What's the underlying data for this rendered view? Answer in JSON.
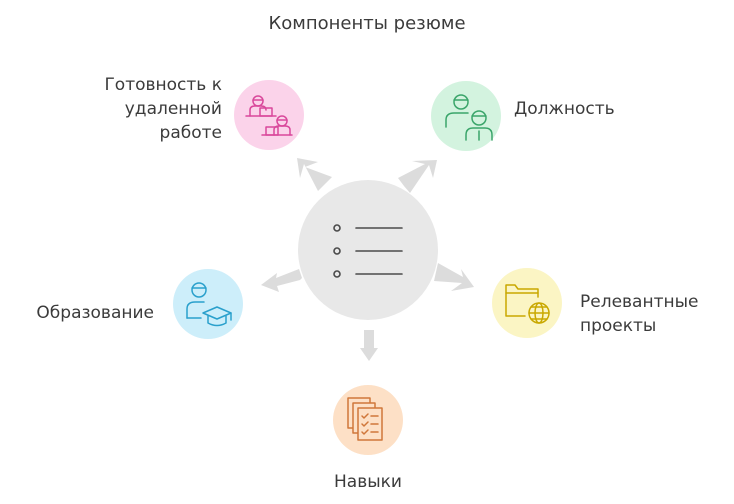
{
  "title": "Компоненты резюме",
  "center": {
    "icon": "list-icon"
  },
  "nodes": [
    {
      "id": "remote",
      "label": "Готовность к\nудаленной\nработе",
      "icon": "remote-work-icon",
      "fill": "#fbd3ea",
      "stroke": "#d9489b"
    },
    {
      "id": "position",
      "label": "Должность",
      "icon": "people-icon",
      "fill": "#d3f3df",
      "stroke": "#3aa56a"
    },
    {
      "id": "projects",
      "label": "Релевантные\nпроекты",
      "icon": "folder-globe-icon",
      "fill": "#fbf5c4",
      "stroke": "#c9a800"
    },
    {
      "id": "skills",
      "label": "Навыки",
      "icon": "checklist-icon",
      "fill": "#fde0c6",
      "stroke": "#d0773a"
    },
    {
      "id": "education",
      "label": "Образование",
      "icon": "graduate-icon",
      "fill": "#cdeefa",
      "stroke": "#2aa0cc"
    }
  ],
  "colors": {
    "center_fill": "#e8e8e8",
    "arrow": "#dcdcdc",
    "center_icon": "#4a4a4a"
  }
}
